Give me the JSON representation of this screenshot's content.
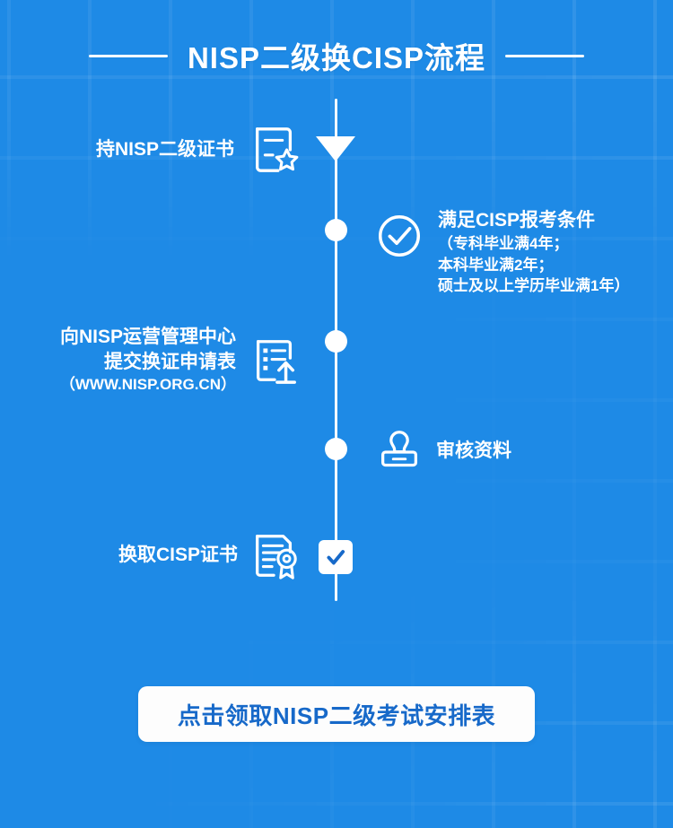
{
  "poster": {
    "background_color": "#1e8ae6",
    "title": "NISP二级换CISP流程"
  },
  "steps": [
    {
      "id": "hold-nisp-cert",
      "side": "left",
      "icon": "certificate-star-icon",
      "lines": [
        "持NISP二级证书"
      ],
      "sub_lines": [],
      "marker": "arrow-down-marker"
    },
    {
      "id": "meet-cisp-requirements",
      "side": "right",
      "icon": "check-circle-icon",
      "lines": [
        "满足CISP报考条件"
      ],
      "sub_lines": [
        "（专科毕业满4年；",
        "本科毕业满2年；",
        "硕士及以上学历毕业满1年）"
      ],
      "marker": "dot-marker"
    },
    {
      "id": "submit-application",
      "side": "left",
      "icon": "document-upload-icon",
      "lines": [
        "向NISP运营管理中心",
        "提交换证申请表"
      ],
      "sub_lines": [
        "（WWW.NISP.ORG.CN）"
      ],
      "marker": "dot-marker"
    },
    {
      "id": "review-materials",
      "side": "right",
      "icon": "stamp-icon",
      "lines": [
        "审核资料"
      ],
      "sub_lines": [],
      "marker": "dot-marker"
    },
    {
      "id": "receive-cisp-cert",
      "side": "left",
      "icon": "award-document-icon",
      "lines": [
        "换取CISP证书"
      ],
      "sub_lines": [],
      "marker": "check-box-marker"
    }
  ],
  "cta": {
    "label": "点击领取NISP二级考试安排表",
    "text_color": "#1769c9",
    "background_color": "#fdfdfd"
  }
}
